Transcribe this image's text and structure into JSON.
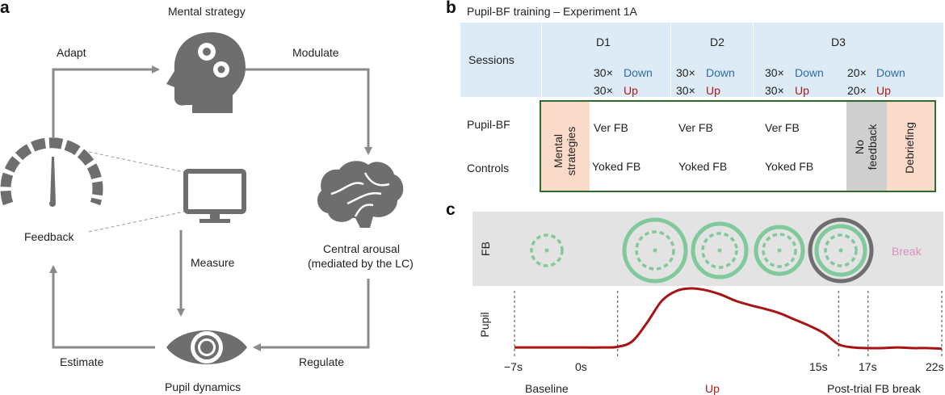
{
  "panel_a": {
    "letter": "a",
    "nodes": {
      "mental_strategy": "Mental strategy",
      "central_arousal_line1": "Central arousal",
      "central_arousal_line2": "(mediated by the LC)",
      "pupil_dynamics": "Pupil dynamics",
      "feedback": "Feedback"
    },
    "edges": {
      "adapt": "Adapt",
      "modulate": "Modulate",
      "regulate": "Regulate",
      "estimate": "Estimate",
      "measure": "Measure"
    },
    "colors": {
      "icon": "#6e6e6e",
      "arrow": "#8a8a8a"
    },
    "icons": [
      "head-gears-icon",
      "brain-icon",
      "eye-icon",
      "monitor-icon",
      "gauge-icon"
    ]
  },
  "panel_b": {
    "letter": "b",
    "title": "Pupil-BF training – Experiment 1A",
    "sessions_label": "Sessions",
    "days": [
      "D1",
      "D2",
      "D3"
    ],
    "trials": [
      {
        "count": "30×",
        "dir": "Down"
      },
      {
        "count": "30×",
        "dir": "Up"
      },
      {
        "count": "30×",
        "dir": "Down"
      },
      {
        "count": "30×",
        "dir": "Up"
      },
      {
        "count": "30×",
        "dir": "Down"
      },
      {
        "count": "30×",
        "dir": "Up"
      },
      {
        "count": "20×",
        "dir": "Down"
      },
      {
        "count": "20×",
        "dir": "Up"
      }
    ],
    "groups": [
      "Pupil-BF",
      "Controls"
    ],
    "mental_strategies": [
      "Mental",
      "strategies"
    ],
    "pupil_bf_cells": [
      "Ver FB",
      "Ver FB",
      "Ver FB"
    ],
    "control_cells": [
      "Yoked FB",
      "Yoked FB",
      "Yoked FB"
    ],
    "no_feedback": [
      "No",
      "feedback"
    ],
    "debriefing": "Debriefing",
    "colors": {
      "header_bg": "#dcebf6",
      "orange_bg": "#fadbca",
      "gray_bg": "#cfcfcf",
      "border": "#2f6b2f",
      "down": "#2e6ca8",
      "up": "#b01818"
    }
  },
  "panel_c": {
    "letter": "c",
    "fb_label": "FB",
    "pupil_label": "Pupil",
    "break_label": "Break",
    "time_ticks": [
      "−7s",
      "0s",
      "15s",
      "17s",
      "22s"
    ],
    "phases": [
      "Baseline",
      "Up",
      "Post-trial FB break"
    ],
    "colors": {
      "band_bg": "#e3e3e3",
      "ring_green": "#7fc99a",
      "ring_gray": "#6e6e6e",
      "trace": "#a81414",
      "up_text": "#b01818",
      "break_text": "#d98fc0"
    },
    "chart_data": {
      "type": "line",
      "x": [
        -7,
        -5,
        -3,
        -1,
        0,
        1,
        2,
        3,
        4,
        5,
        6,
        7,
        8,
        9,
        10,
        11,
        12,
        13,
        14,
        15,
        16,
        17,
        18,
        19,
        20,
        21,
        22
      ],
      "y": [
        0.05,
        0.05,
        0.05,
        0.05,
        0.06,
        0.15,
        0.45,
        0.8,
        0.96,
        1.0,
        0.97,
        0.9,
        0.8,
        0.73,
        0.67,
        0.6,
        0.5,
        0.4,
        0.28,
        0.1,
        0.05,
        0.04,
        0.04,
        0.05,
        0.04,
        0.04,
        0.03
      ],
      "xlabel": "",
      "ylabel": "Pupil",
      "xlim": [
        -7,
        22
      ],
      "grid": false
    }
  }
}
